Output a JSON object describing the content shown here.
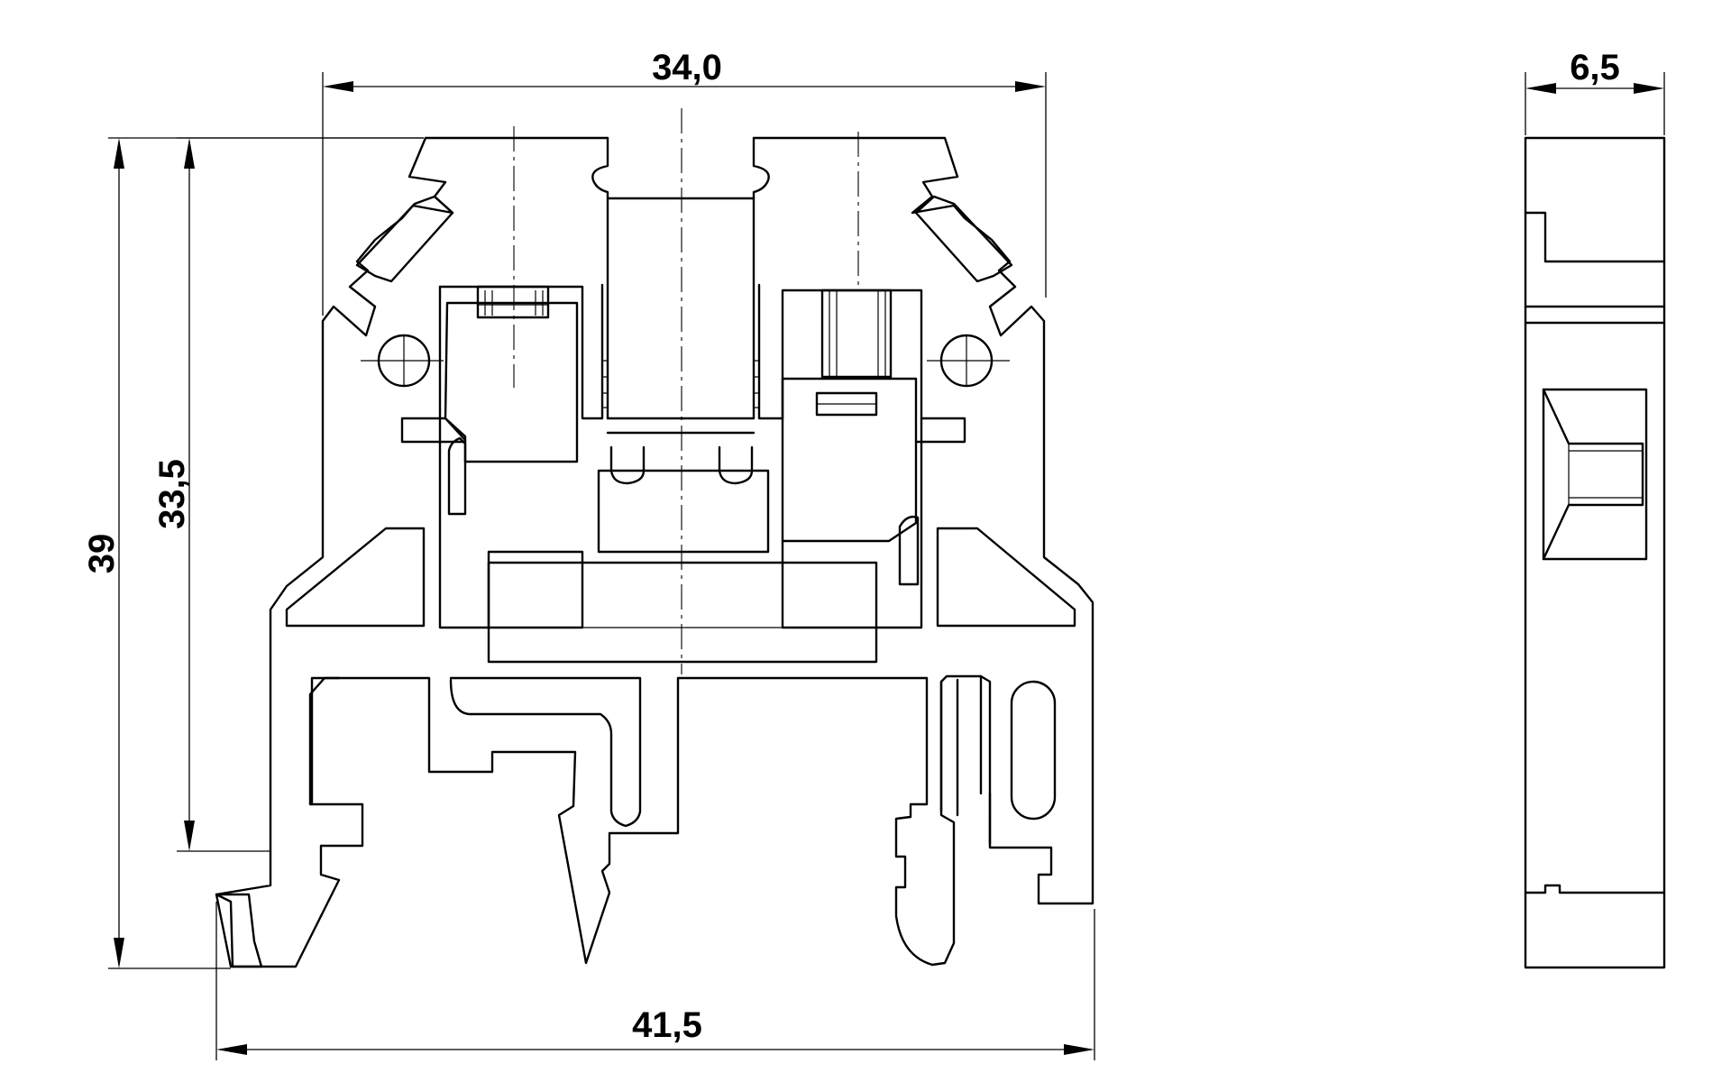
{
  "dimensions": {
    "top_width": "34,0",
    "side_width": "6,5",
    "total_height": "39",
    "inner_height": "33,5",
    "bottom_width": "41,5"
  },
  "colors": {
    "stroke": "#000000",
    "background": "#ffffff"
  }
}
